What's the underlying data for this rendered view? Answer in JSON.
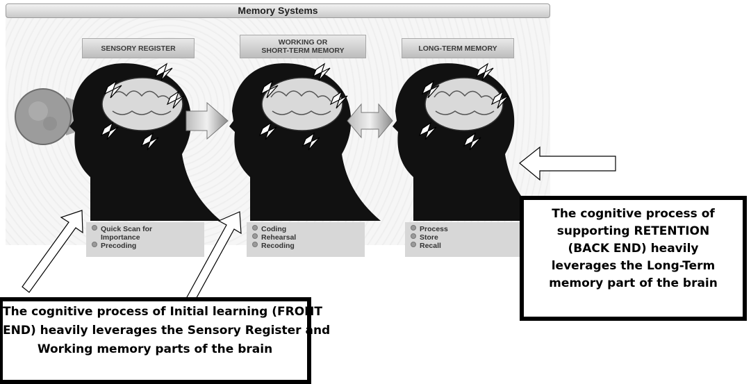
{
  "title": "Memory Systems",
  "stages": [
    {
      "label_lines": [
        "SENSORY REGISTER"
      ],
      "items": [
        "Quick Scan for",
        "Importance",
        "Precoding"
      ],
      "item_bullets": [
        true,
        false,
        true
      ]
    },
    {
      "label_lines": [
        "WORKING OR",
        "SHORT-TERM MEMORY"
      ],
      "items": [
        "Coding",
        "Rehearsal",
        "Recoding"
      ],
      "item_bullets": [
        true,
        true,
        true
      ]
    },
    {
      "label_lines": [
        "LONG-TERM MEMORY"
      ],
      "items": [
        "Process",
        "Store",
        "Recall"
      ],
      "item_bullets": [
        true,
        true,
        true
      ]
    }
  ],
  "callouts": {
    "right_lines": [
      "The cognitive process of",
      "supporting RETENTION",
      "(BACK END) heavily",
      "leverages the Long-Term",
      "memory part of the brain"
    ],
    "left_lines": [
      "The cognitive process of Initial learning (FRONT",
      "END) heavily leverages the Sensory Register and",
      "Working memory parts of the brain"
    ]
  },
  "colors": {
    "callout_border": "#000000",
    "label_bg": "#cfcfcf",
    "head": "#111111",
    "brain": "#d9d9d9"
  }
}
